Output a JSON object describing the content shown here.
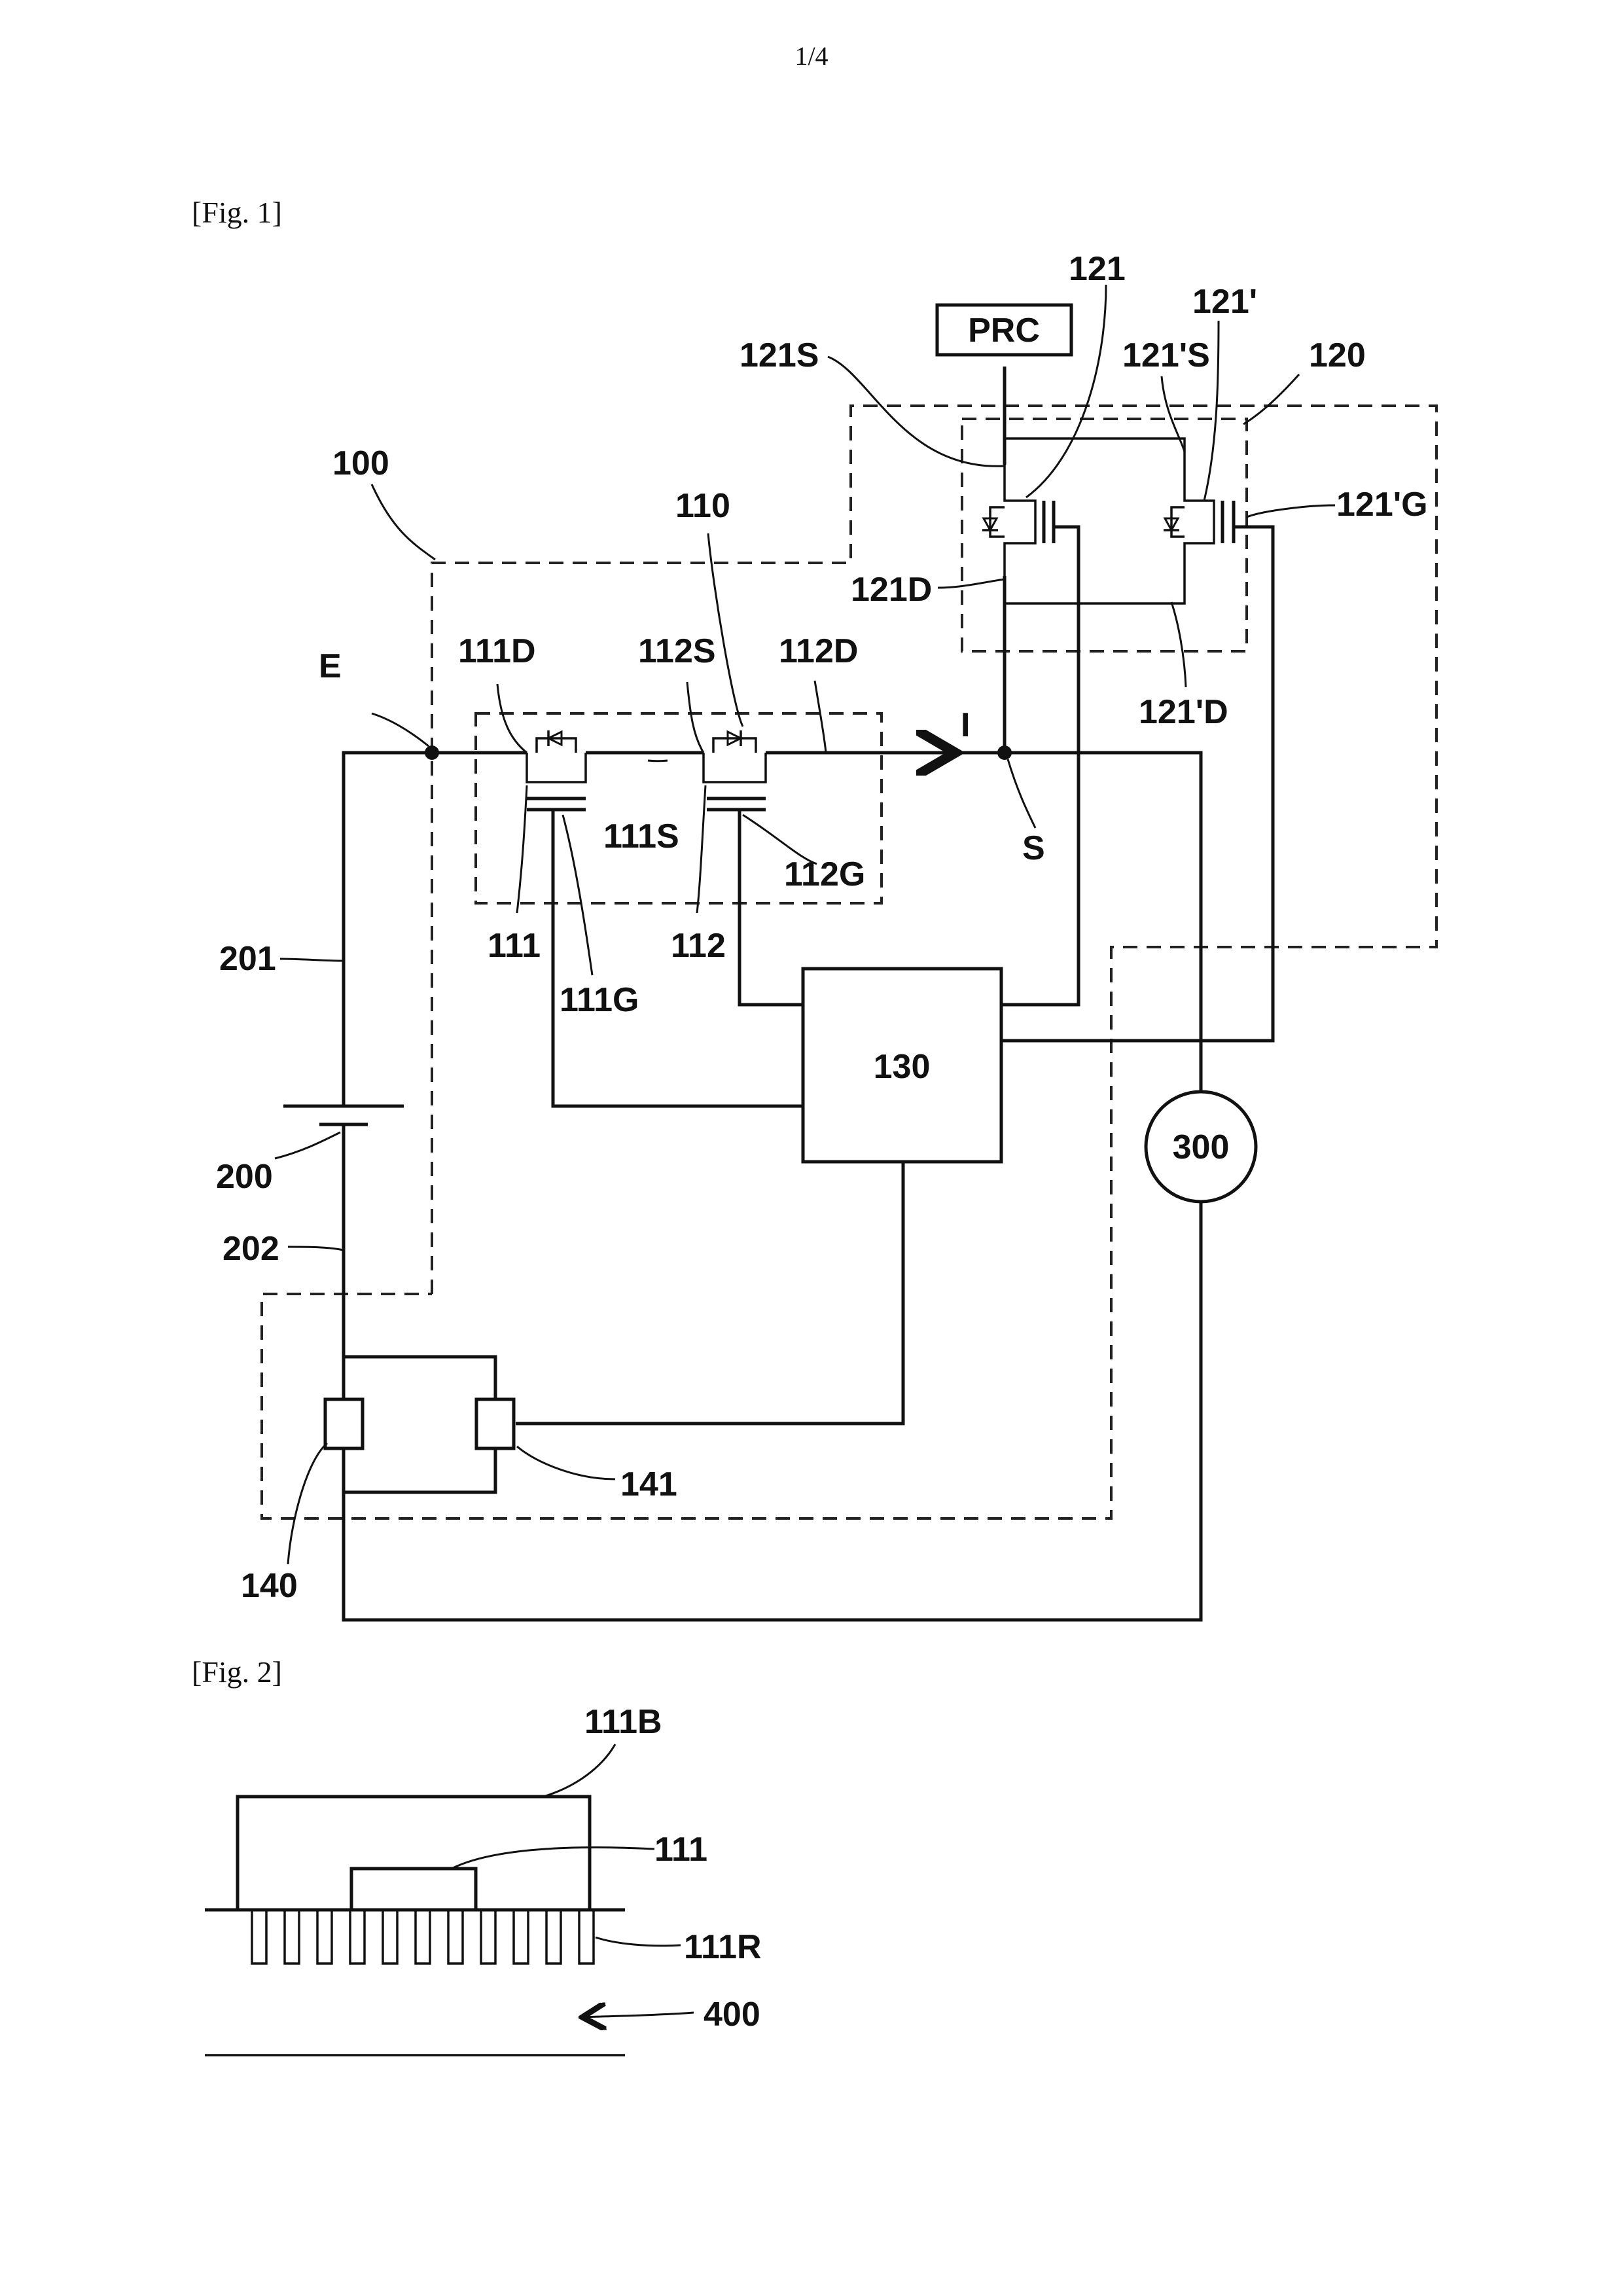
{
  "page": {
    "number": "1/4"
  },
  "fig1": {
    "caption": "[Fig. 1]",
    "labels": {
      "prc": "PRC",
      "l121": "121",
      "l121p": "121'",
      "l121S": "121S",
      "l121pS": "121'S",
      "l120": "120",
      "l100": "100",
      "l110": "110",
      "l121pG": "121'G",
      "l121D": "121D",
      "l111D": "111D",
      "l112S": "112S",
      "l112D": "112D",
      "lE": "E",
      "lI": "I",
      "l121pD": "121'D",
      "l111S": "111S",
      "lS": "S",
      "l112G": "112G",
      "l201": "201",
      "l111": "111",
      "l112": "112",
      "l111G": "111G",
      "l130": "130",
      "l300": "300",
      "l200": "200",
      "l202": "202",
      "l141": "141",
      "l140": "140"
    }
  },
  "fig2": {
    "caption": "[Fig. 2]",
    "labels": {
      "l111B": "111B",
      "l111": "111",
      "l111R": "111R",
      "l400": "400"
    }
  }
}
